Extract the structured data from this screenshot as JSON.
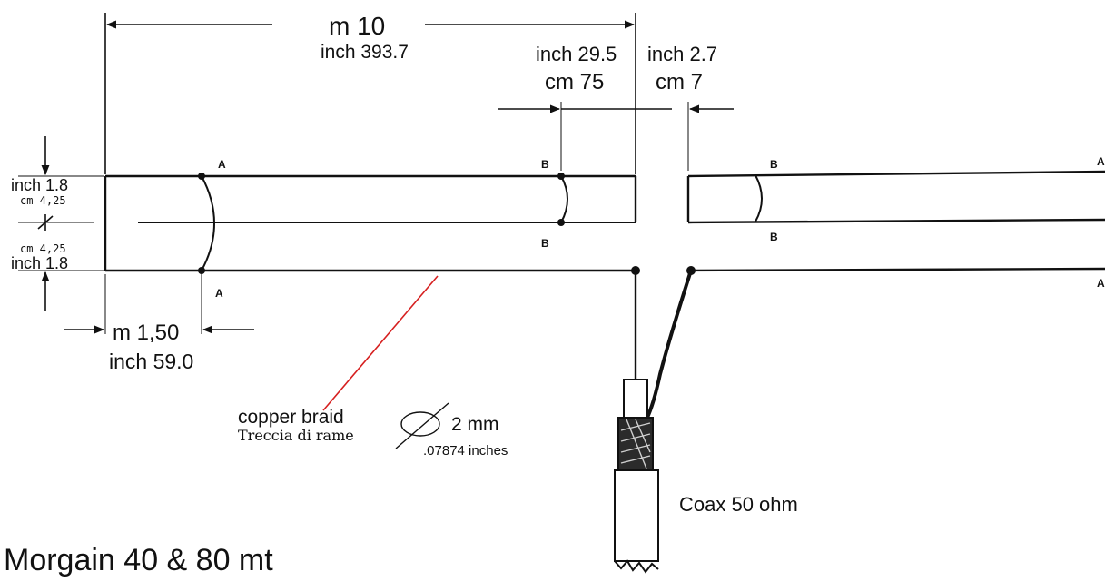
{
  "title": "Morgain 40 & 80 mt",
  "dimensions": {
    "total_m": "m 10",
    "total_inch": "inch 393.7",
    "seg_b_inch": "inch 29.5",
    "seg_b_cm": "cm 75",
    "gap_inch": "inch 2.7",
    "gap_cm": "cm 7",
    "width_top_inch": "inch 1.8",
    "width_top_cm": "cm 4,25",
    "width_bottom_cm": "cm 4,25",
    "width_bottom_inch": "inch 1.8",
    "seg_a_m": "m 1,50",
    "seg_a_inch": "inch 59.0"
  },
  "points": {
    "a": "A",
    "b": "B"
  },
  "labels": {
    "copper_braid": "copper braid",
    "copper_braid_it": "Treccia di rame",
    "diameter": "2 mm",
    "diameter_inch": ".07874 inches",
    "coax": "Coax 50 ohm"
  },
  "colors": {
    "ink": "#111111",
    "leader": "#d62020",
    "background": "#ffffff"
  }
}
